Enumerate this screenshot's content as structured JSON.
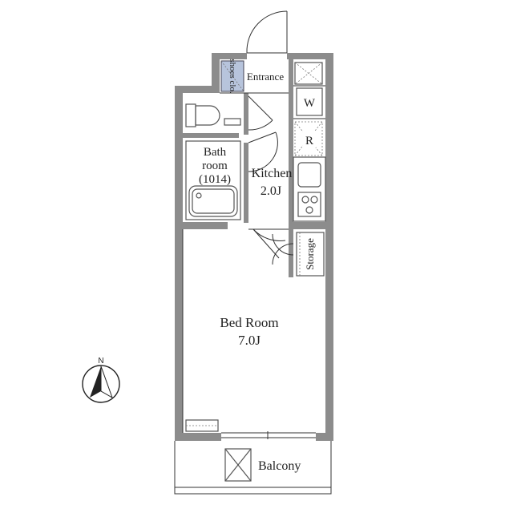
{
  "rooms": {
    "entrance": "Entrance",
    "shoes_closet": "shoes clo.",
    "bath_line1": "Bath",
    "bath_line2": "room",
    "bath_line3": "(1014)",
    "kitchen_name": "Kitchen",
    "kitchen_size": "2.0J",
    "bedroom_name": "Bed Room",
    "bedroom_size": "7.0J",
    "storage": "Storage",
    "balcony": "Balcony"
  },
  "fixtures": {
    "washer": "W",
    "refrigerator": "R"
  },
  "compass": {
    "north_label": "N"
  }
}
